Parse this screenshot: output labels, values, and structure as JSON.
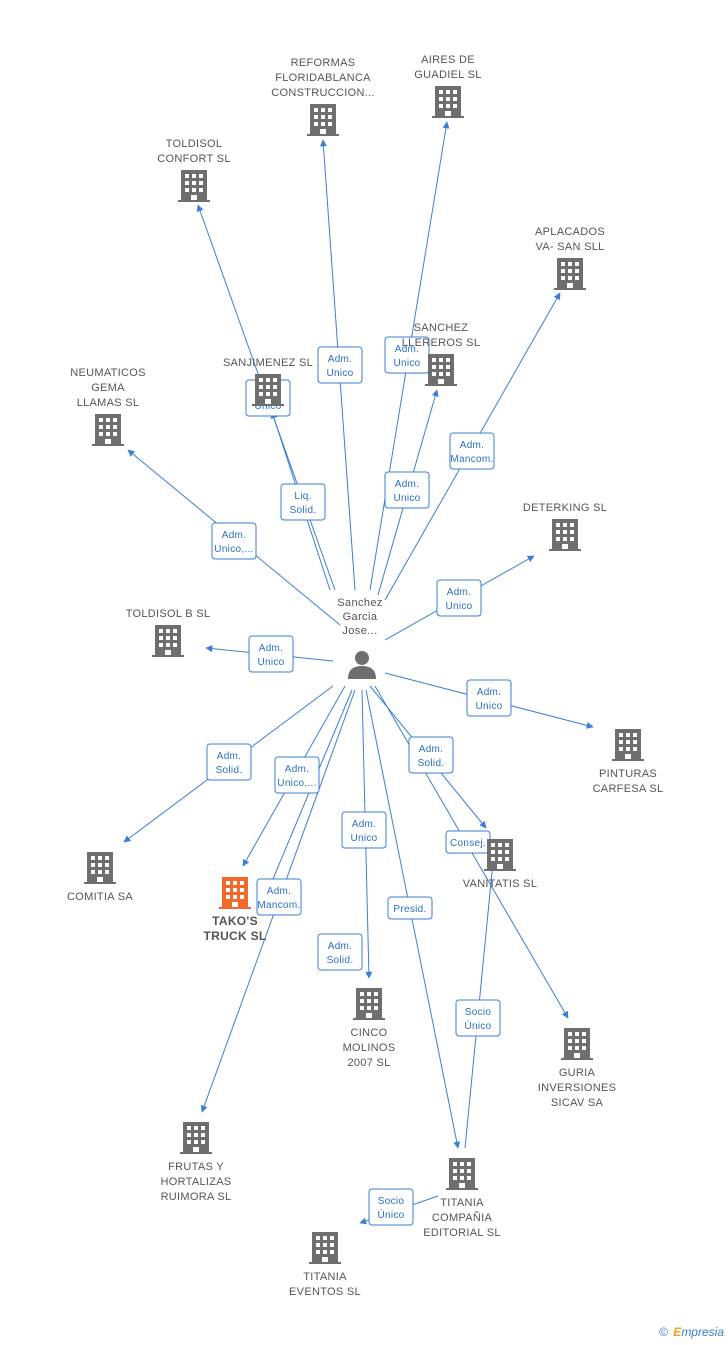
{
  "center": {
    "label_lines": [
      "Sanchez",
      "Garcia",
      "Jose..."
    ]
  },
  "nodes": [
    {
      "id": "reformas",
      "lines": [
        "REFORMAS",
        "FLORIDABLANCA",
        "CONSTRUCCION..."
      ],
      "highlight": false
    },
    {
      "id": "aires",
      "lines": [
        "AIRES DE",
        "GUADIEL SL"
      ],
      "highlight": false
    },
    {
      "id": "toldisol",
      "lines": [
        "TOLDISOL",
        "CONFORT SL"
      ],
      "highlight": false
    },
    {
      "id": "aplacados",
      "lines": [
        "APLACADOS",
        "VA- SAN SLL"
      ],
      "highlight": false
    },
    {
      "id": "sanchez_llereros",
      "lines": [
        "SANCHEZ",
        "LLEREROS SL"
      ],
      "highlight": false
    },
    {
      "id": "sanjimenez",
      "lines": [
        "SANJIMENEZ SL"
      ],
      "highlight": false
    },
    {
      "id": "neumaticos",
      "lines": [
        "NEUMATICOS",
        "GEMA",
        "LLAMAS SL"
      ],
      "highlight": false
    },
    {
      "id": "deterking",
      "lines": [
        "DETERKING SL"
      ],
      "highlight": false
    },
    {
      "id": "toldisol_b",
      "lines": [
        "TOLDISOL B SL"
      ],
      "highlight": false
    },
    {
      "id": "pinturas",
      "lines": [
        "PINTURAS",
        "CARFESA SL"
      ],
      "highlight": false
    },
    {
      "id": "comitia",
      "lines": [
        "COMITIA SA"
      ],
      "highlight": false
    },
    {
      "id": "takos",
      "lines": [
        "TAKO'S",
        "TRUCK SL"
      ],
      "highlight": true
    },
    {
      "id": "vanitatis",
      "lines": [
        "VANITATIS SL"
      ],
      "highlight": false
    },
    {
      "id": "cinco",
      "lines": [
        "CINCO",
        "MOLINOS",
        "2007 SL"
      ],
      "highlight": false
    },
    {
      "id": "guria",
      "lines": [
        "GURIA",
        "INVERSIONES",
        "SICAV SA"
      ],
      "highlight": false
    },
    {
      "id": "frutas",
      "lines": [
        "FRUTAS Y",
        "HORTALIZAS",
        "RUIMORA SL"
      ],
      "highlight": false
    },
    {
      "id": "titania_ed",
      "lines": [
        "TITANIA",
        "COMPAÑIA",
        "EDITORIAL SL"
      ],
      "highlight": false
    },
    {
      "id": "titania_ev",
      "lines": [
        "TITANIA",
        "EVENTOS SL"
      ],
      "highlight": false
    }
  ],
  "edges": [
    {
      "target": "reformas",
      "label": [
        "Adm.",
        "Unico"
      ]
    },
    {
      "target": "aires",
      "label": [
        "Adm.",
        "Unico"
      ]
    },
    {
      "target": "toldisol",
      "label": [
        "Liq.",
        "Solid."
      ]
    },
    {
      "target": "aplacados",
      "label": [
        "Adm.",
        "Mancom."
      ]
    },
    {
      "target": "sanchez_llereros",
      "label": [
        "Adm.",
        "Unico"
      ]
    },
    {
      "target": "sanjimenez",
      "label": [
        "Adm.",
        "Unico"
      ]
    },
    {
      "target": "neumaticos",
      "label": [
        "Adm.",
        "Unico,..."
      ]
    },
    {
      "target": "deterking",
      "label": [
        "Adm.",
        "Unico"
      ]
    },
    {
      "target": "toldisol_b",
      "label": [
        "Adm.",
        "Unico"
      ]
    },
    {
      "target": "pinturas",
      "label": [
        "Adm.",
        "Unico"
      ]
    },
    {
      "target": "comitia",
      "label": [
        "Adm.",
        "Solid."
      ]
    },
    {
      "target": "takos",
      "label": [
        "Adm.",
        "Unico,..."
      ]
    },
    {
      "target": "takos",
      "label": [
        "Adm.",
        "Mancom."
      ]
    },
    {
      "target": "vanitatis",
      "label": [
        "Adm.",
        "Solid."
      ]
    },
    {
      "target": "cinco",
      "label": [
        "Adm.",
        "Unico"
      ]
    },
    {
      "target": "guria",
      "label": [
        "Consej."
      ]
    },
    {
      "target": "frutas",
      "label": [
        "Adm.",
        "Solid."
      ]
    },
    {
      "target": "titania_ed",
      "label": [
        "Presid."
      ]
    },
    {
      "target": "vanitatis",
      "label": [
        "Socio",
        "Único"
      ]
    },
    {
      "target": "titania_ev",
      "label": [
        "Socio",
        "Único"
      ]
    }
  ],
  "colors": {
    "edge": "#3a7fd5",
    "building": "#6e6e6e",
    "highlight": "#f26a2b",
    "person": "#6e6e6e"
  },
  "footer": {
    "copyright": "©",
    "brand_e": "E",
    "brand_rest": "mpresia"
  }
}
